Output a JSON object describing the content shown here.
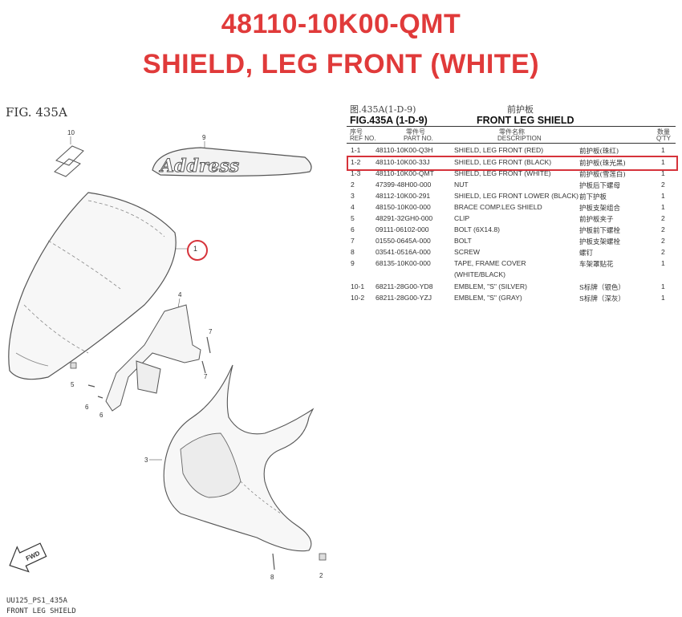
{
  "header": {
    "part_number": "48110-10K00-QMT",
    "part_name": "SHIELD, LEG FRONT (WHITE)"
  },
  "figure": {
    "label": "FIG. 435A",
    "footer_code": "UU125_PS1_435A",
    "footer_name": "FRONT LEG SHIELD",
    "logo_text": "Address",
    "arrow_text": "FWD",
    "callout_ref": "1"
  },
  "table": {
    "title_cn": "图.435A(1-D-9)",
    "title_cn_name": "前护板",
    "title_en": "FIG.435A (1-D-9)",
    "title_en_name": "FRONT LEG SHIELD",
    "col_ref_cn": "序号",
    "col_ref": "REF NO.",
    "col_part_cn": "零件号",
    "col_part": "PART NO.",
    "col_desc_cn": "零件名称",
    "col_desc": "DESCRIPTION",
    "col_qty_cn": "数量",
    "col_qty": "Q'TY",
    "rows": [
      {
        "ref": "1-1",
        "part": "48110-10K00-Q3H",
        "desc": "SHIELD, LEG FRONT (RED)",
        "cn": "前护板(珠红)",
        "qty": "1"
      },
      {
        "ref": "1-2",
        "part": "48110-10K00-33J",
        "desc": "SHIELD, LEG FRONT (BLACK)",
        "cn": "前护板(珠光黑)",
        "qty": "1"
      },
      {
        "ref": "1-3",
        "part": "48110-10K00-QMT",
        "desc": "SHIELD, LEG FRONT (WHITE)",
        "cn": "前护板(雪莲白)",
        "qty": "1"
      },
      {
        "ref": "2",
        "part": "47399-48H00-000",
        "desc": "NUT",
        "cn": "护板后下螺母",
        "qty": "2"
      },
      {
        "ref": "3",
        "part": "48112-10K00-291",
        "desc": "SHIELD, LEG FRONT LOWER (BLACK)",
        "cn": "前下护板",
        "qty": "1"
      },
      {
        "ref": "4",
        "part": "48150-10K00-000",
        "desc": "BRACE COMP.LEG SHIELD",
        "cn": "护板支架组合",
        "qty": "1"
      },
      {
        "ref": "5",
        "part": "48291-32GH0-000",
        "desc": "CLIP",
        "cn": "前护板夹子",
        "qty": "2"
      },
      {
        "ref": "6",
        "part": "09111-06102-000",
        "desc": "BOLT (6X14.8)",
        "cn": "护板前下螺栓",
        "qty": "2"
      },
      {
        "ref": "7",
        "part": "01550-0645A-000",
        "desc": "BOLT",
        "cn": "护板支架螺栓",
        "qty": "2"
      },
      {
        "ref": "8",
        "part": "03541-0516A-000",
        "desc": "SCREW",
        "cn": "螺钉",
        "qty": "2"
      },
      {
        "ref": "9",
        "part": "68135-10K00-000",
        "desc": "TAPE, FRAME COVER",
        "cn": "车架罩贴花",
        "qty": "1"
      },
      {
        "ref": "",
        "part": "",
        "desc": "(WHITE/BLACK)",
        "cn": "",
        "qty": ""
      },
      {
        "ref": "10-1",
        "part": "68211-28G00-YD8",
        "desc": "EMBLEM, \"S\" (SILVER)",
        "cn": "S标牌（银色）",
        "qty": "1"
      },
      {
        "ref": "10-2",
        "part": "68211-28G00-YZJ",
        "desc": "EMBLEM, \"S\" (GRAY)",
        "cn": "S标牌（深灰）",
        "qty": "1"
      }
    ]
  },
  "colors": {
    "title": "#e03a3a",
    "highlight": "#d6333b"
  }
}
